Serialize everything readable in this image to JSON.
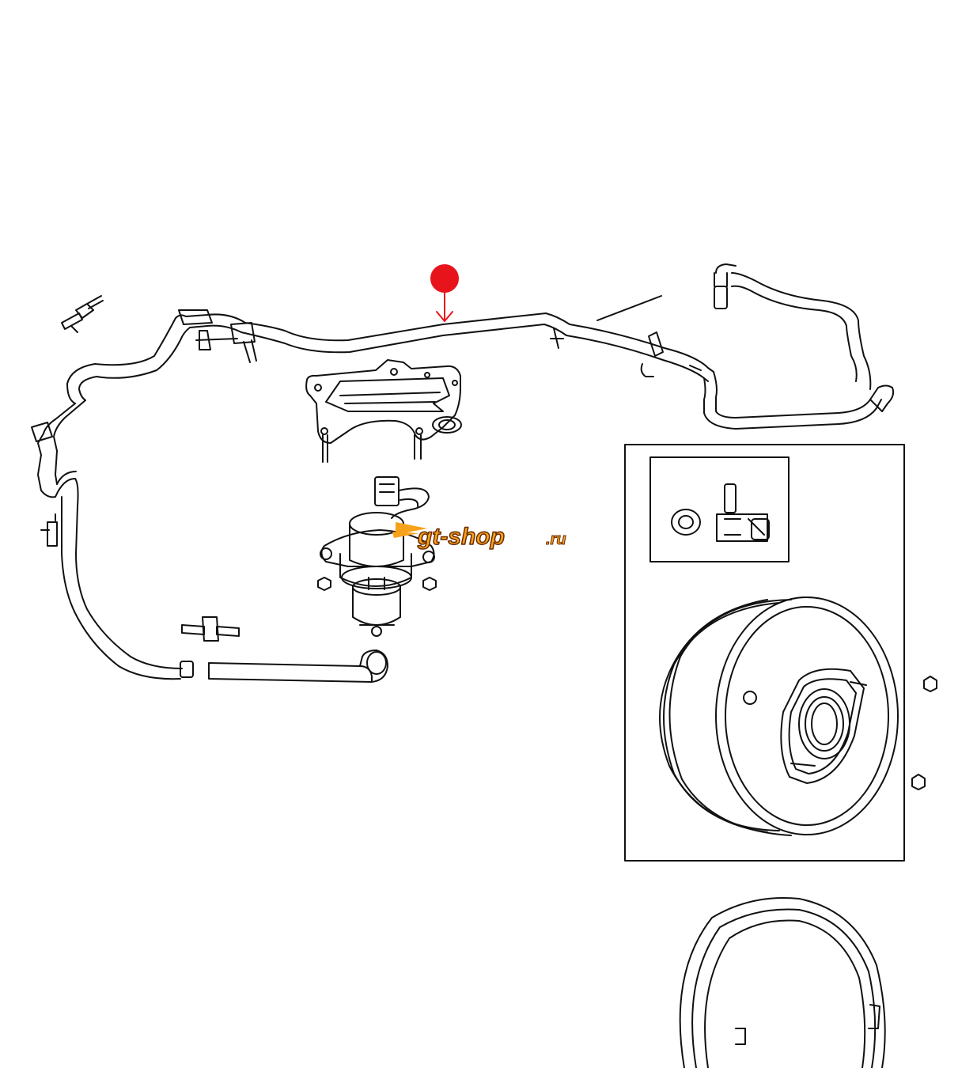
{
  "page": {
    "background": "#ffffff"
  },
  "diagram": {
    "callout_marker": {
      "color": "#e8141c",
      "icon": "red-dot-callout-marker"
    },
    "line_color": "#111111",
    "watermark": {
      "text": "gt-shop.ru",
      "fill": "#f7a21b",
      "outline": "#6b2a00"
    },
    "parts": [
      "vacuum-hose-assembly",
      "pump-mounting-bracket",
      "vacuum-pump",
      "hose-connector",
      "double-end-stud",
      "nut",
      "brake-booster",
      "check-valve-detail",
      "booster-seal-ring"
    ]
  }
}
